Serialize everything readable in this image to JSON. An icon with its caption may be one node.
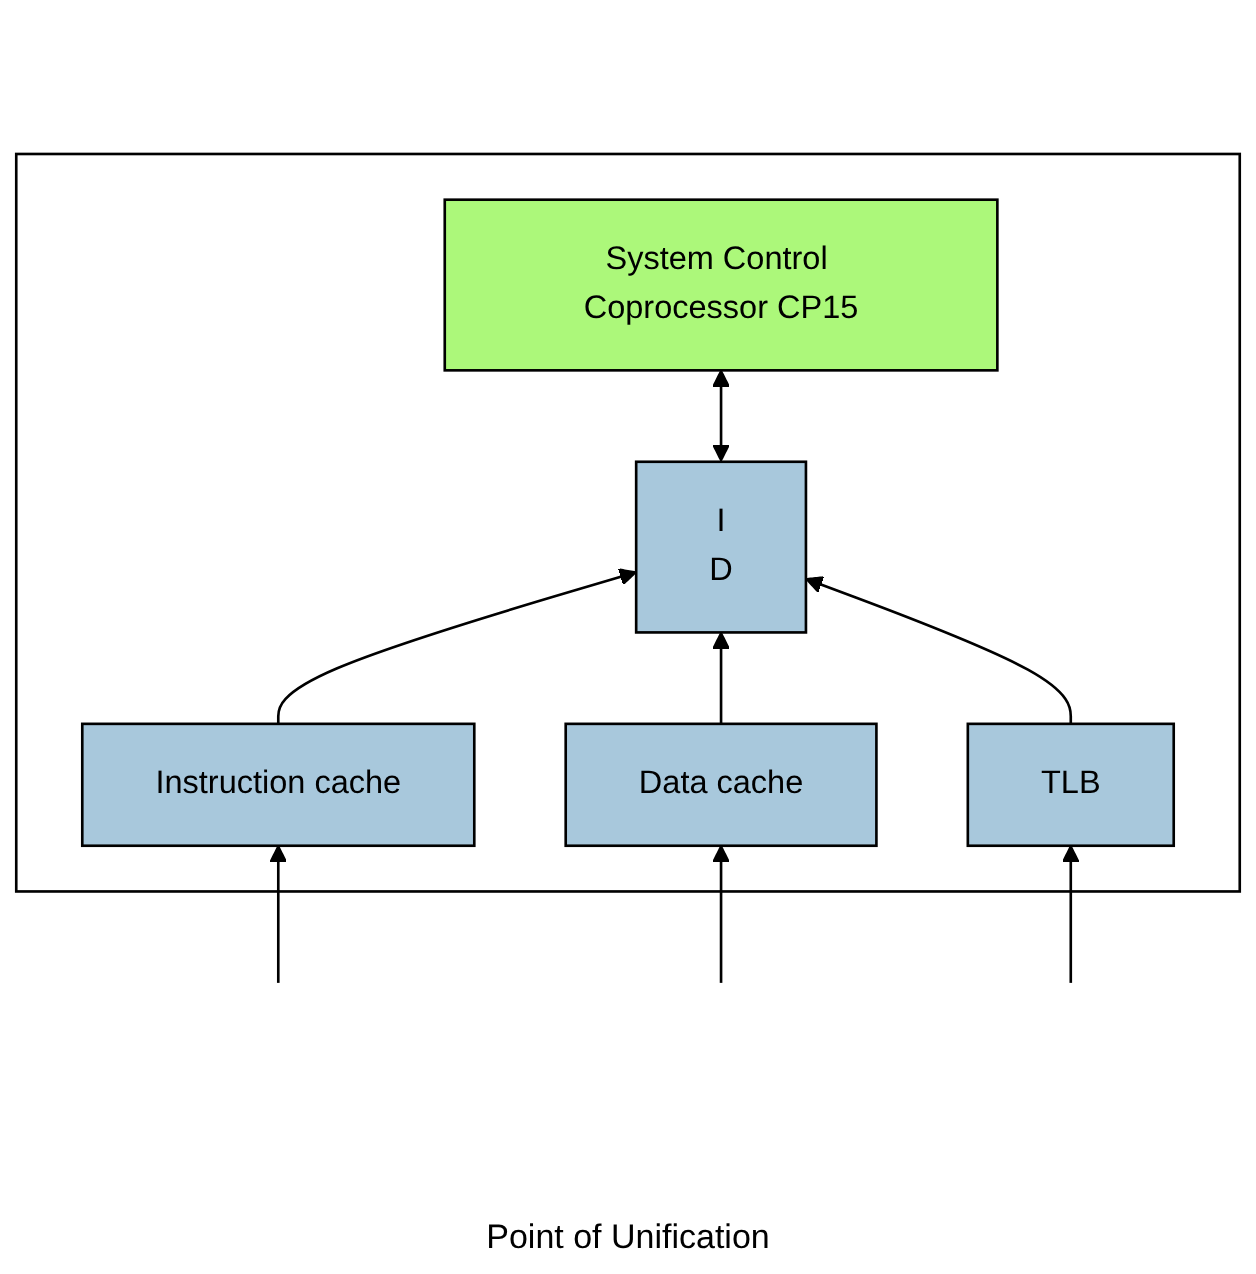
{
  "diagram": {
    "nodes": [
      {
        "text": [],
        "shape": "box"
      },
      {
        "text": [
          "System Control Coprocessor CP15"
        ],
        "in": 0
      },
      {
        "text": [
          "Instruction cache"
        ],
        "in": 0
      },
      {
        "text": [
          "I",
          "D"
        ],
        "in": 0
      },
      {
        "text": [
          "Data cache"
        ],
        "in": 0
      },
      {
        "text": [
          "TLB"
        ],
        "in": 0
      }
    ],
    "edges": [
      {
        "from": 1,
        "to": 3,
        "arrow": "both"
      },
      {
        "from": 2,
        "to": 3,
        "arrow": "to"
      },
      {
        "from": 4,
        "to": 3,
        "arrow": "to"
      },
      {
        "from": 5,
        "to": 3,
        "arrow": "to"
      },
      {
        "from": null,
        "to": 2,
        "arrow": "to"
      },
      {
        "from": null,
        "to": 5,
        "arrow": "to"
      },
      {
        "from": null,
        "to": 4,
        "arrow": "to"
      }
    ],
    "labels": [
      "Point of Unification"
    ]
  }
}
